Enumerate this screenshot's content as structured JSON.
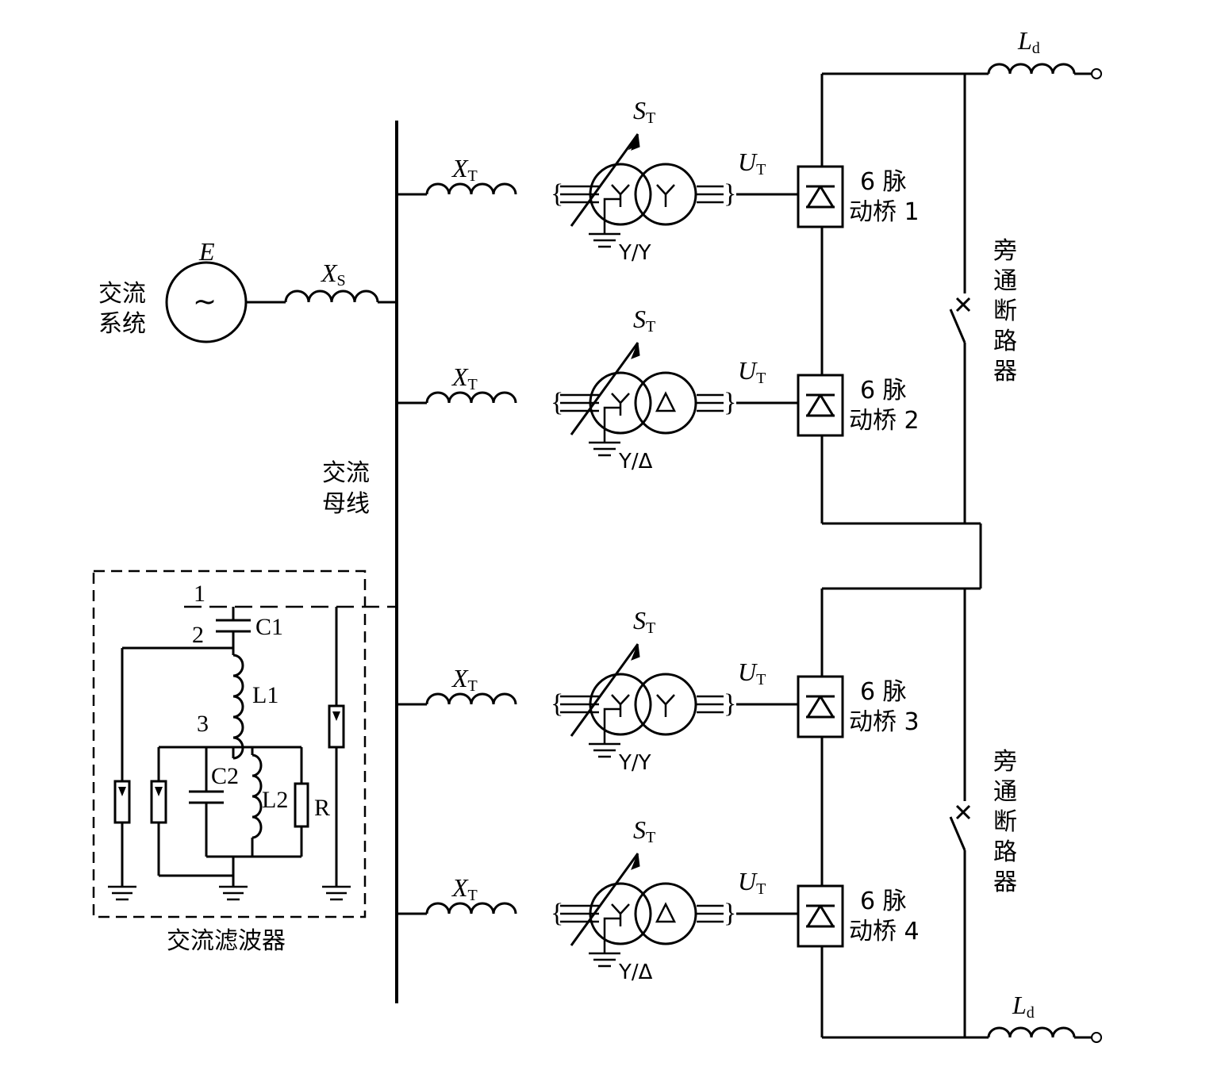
{
  "source": {
    "label_line1": "交流",
    "label_line2": "系统",
    "emf": "E",
    "glyph": "~"
  },
  "reactance": {
    "symbol": "X",
    "sub": "S"
  },
  "bus": {
    "line1": "交流",
    "line2": "母线"
  },
  "branches": [
    {
      "xt": "X",
      "xt_sub": "T",
      "st": "S",
      "st_sub": "T",
      "ut": "U",
      "ut_sub": "T",
      "secondary": "Y",
      "conn": "Y/Y",
      "bridge_line1": "6 脉",
      "bridge_line2": "动桥 1"
    },
    {
      "xt": "X",
      "xt_sub": "T",
      "st": "S",
      "st_sub": "T",
      "ut": "U",
      "ut_sub": "T",
      "secondary": "Δ",
      "conn": "Y/Δ",
      "bridge_line1": "6 脉",
      "bridge_line2": "动桥 2"
    },
    {
      "xt": "X",
      "xt_sub": "T",
      "st": "S",
      "st_sub": "T",
      "ut": "U",
      "ut_sub": "T",
      "secondary": "Y",
      "conn": "Y/Y",
      "bridge_line1": "6 脉",
      "bridge_line2": "动桥 3"
    },
    {
      "xt": "X",
      "xt_sub": "T",
      "st": "S",
      "st_sub": "T",
      "ut": "U",
      "ut_sub": "T",
      "secondary": "Δ",
      "conn": "Y/Δ",
      "bridge_line1": "6 脉",
      "bridge_line2": "动桥 4"
    }
  ],
  "breaker": {
    "c1": "旁",
    "c2": "通",
    "c3": "断",
    "c4": "路",
    "c5": "器"
  },
  "dc": {
    "ld": "L",
    "ld_sub": "d"
  },
  "filter": {
    "title": "交流滤波器",
    "node1": "1",
    "node2": "2",
    "node3": "3",
    "c1": "C1",
    "l1": "L1",
    "c2": "C2",
    "l2": "L2",
    "r": "R"
  }
}
